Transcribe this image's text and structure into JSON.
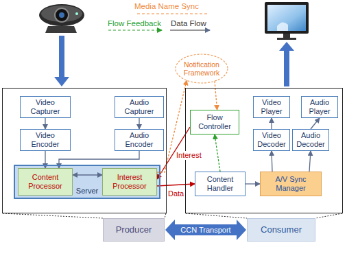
{
  "diagram": {
    "nodes": [
      {
        "text": [
          "Notification Framework"
        ]
      },
      {
        "text": [
          "Producer"
        ]
      },
      {
        "text": [
          "Video Capturer"
        ],
        "in": 1
      },
      {
        "text": [
          "Audio Capturer"
        ],
        "in": 1
      },
      {
        "text": [
          "Video Encoder"
        ],
        "in": 1
      },
      {
        "text": [
          "Audio Encoder"
        ],
        "in": 1
      },
      {
        "text": [
          "Server"
        ],
        "in": 1
      },
      {
        "text": [
          "Content Processor"
        ],
        "in": 6
      },
      {
        "text": [
          "Interest Processor"
        ],
        "in": 6
      },
      {
        "text": [
          "Consumer"
        ]
      },
      {
        "text": [
          "Flow Controller"
        ],
        "in": 9
      },
      {
        "text": [
          "Video Player"
        ],
        "in": 9
      },
      {
        "text": [
          "Audio Player"
        ],
        "in": 9
      },
      {
        "text": [
          "Video Decoder"
        ],
        "in": 9
      },
      {
        "text": [
          "Audio Decoder"
        ],
        "in": 9
      },
      {
        "text": [
          "Content Handler"
        ],
        "in": 9
      },
      {
        "text": [
          "A/V Sync Manager"
        ],
        "in": 9
      }
    ],
    "edges": [
      {
        "from": 2,
        "to": 4,
        "arrow": "to"
      },
      {
        "from": 3,
        "to": 5,
        "arrow": "to"
      },
      {
        "from": 4,
        "to": 7,
        "arrow": "to"
      },
      {
        "from": 5,
        "to": 7,
        "arrow": "to"
      },
      {
        "from": 7,
        "to": 8,
        "arrow": "both"
      },
      {
        "from": 10,
        "to": 8,
        "label": "Interest",
        "arrow": "to"
      },
      {
        "from": 8,
        "to": 15,
        "label": "Data",
        "arrow": "to"
      },
      {
        "from": 15,
        "to": 10,
        "arrow": "to"
      },
      {
        "from": 15,
        "to": 16,
        "arrow": "to"
      },
      {
        "from": 16,
        "to": 13,
        "arrow": "to"
      },
      {
        "from": 16,
        "to": 14,
        "arrow": "to"
      },
      {
        "from": 13,
        "to": 11,
        "arrow": "to"
      },
      {
        "from": 14,
        "to": 12,
        "arrow": "to"
      },
      {
        "from": 8,
        "to": 0,
        "arrow": "to"
      },
      {
        "from": 0,
        "to": 10,
        "arrow": "to"
      },
      {
        "from": 1,
        "to": 9,
        "label": "CCN Transport",
        "arrow": "both"
      }
    ],
    "legend": [
      {
        "text": "Media Name Sync"
      },
      {
        "text": "Flow Feedback"
      },
      {
        "text": "Data Flow"
      }
    ]
  }
}
